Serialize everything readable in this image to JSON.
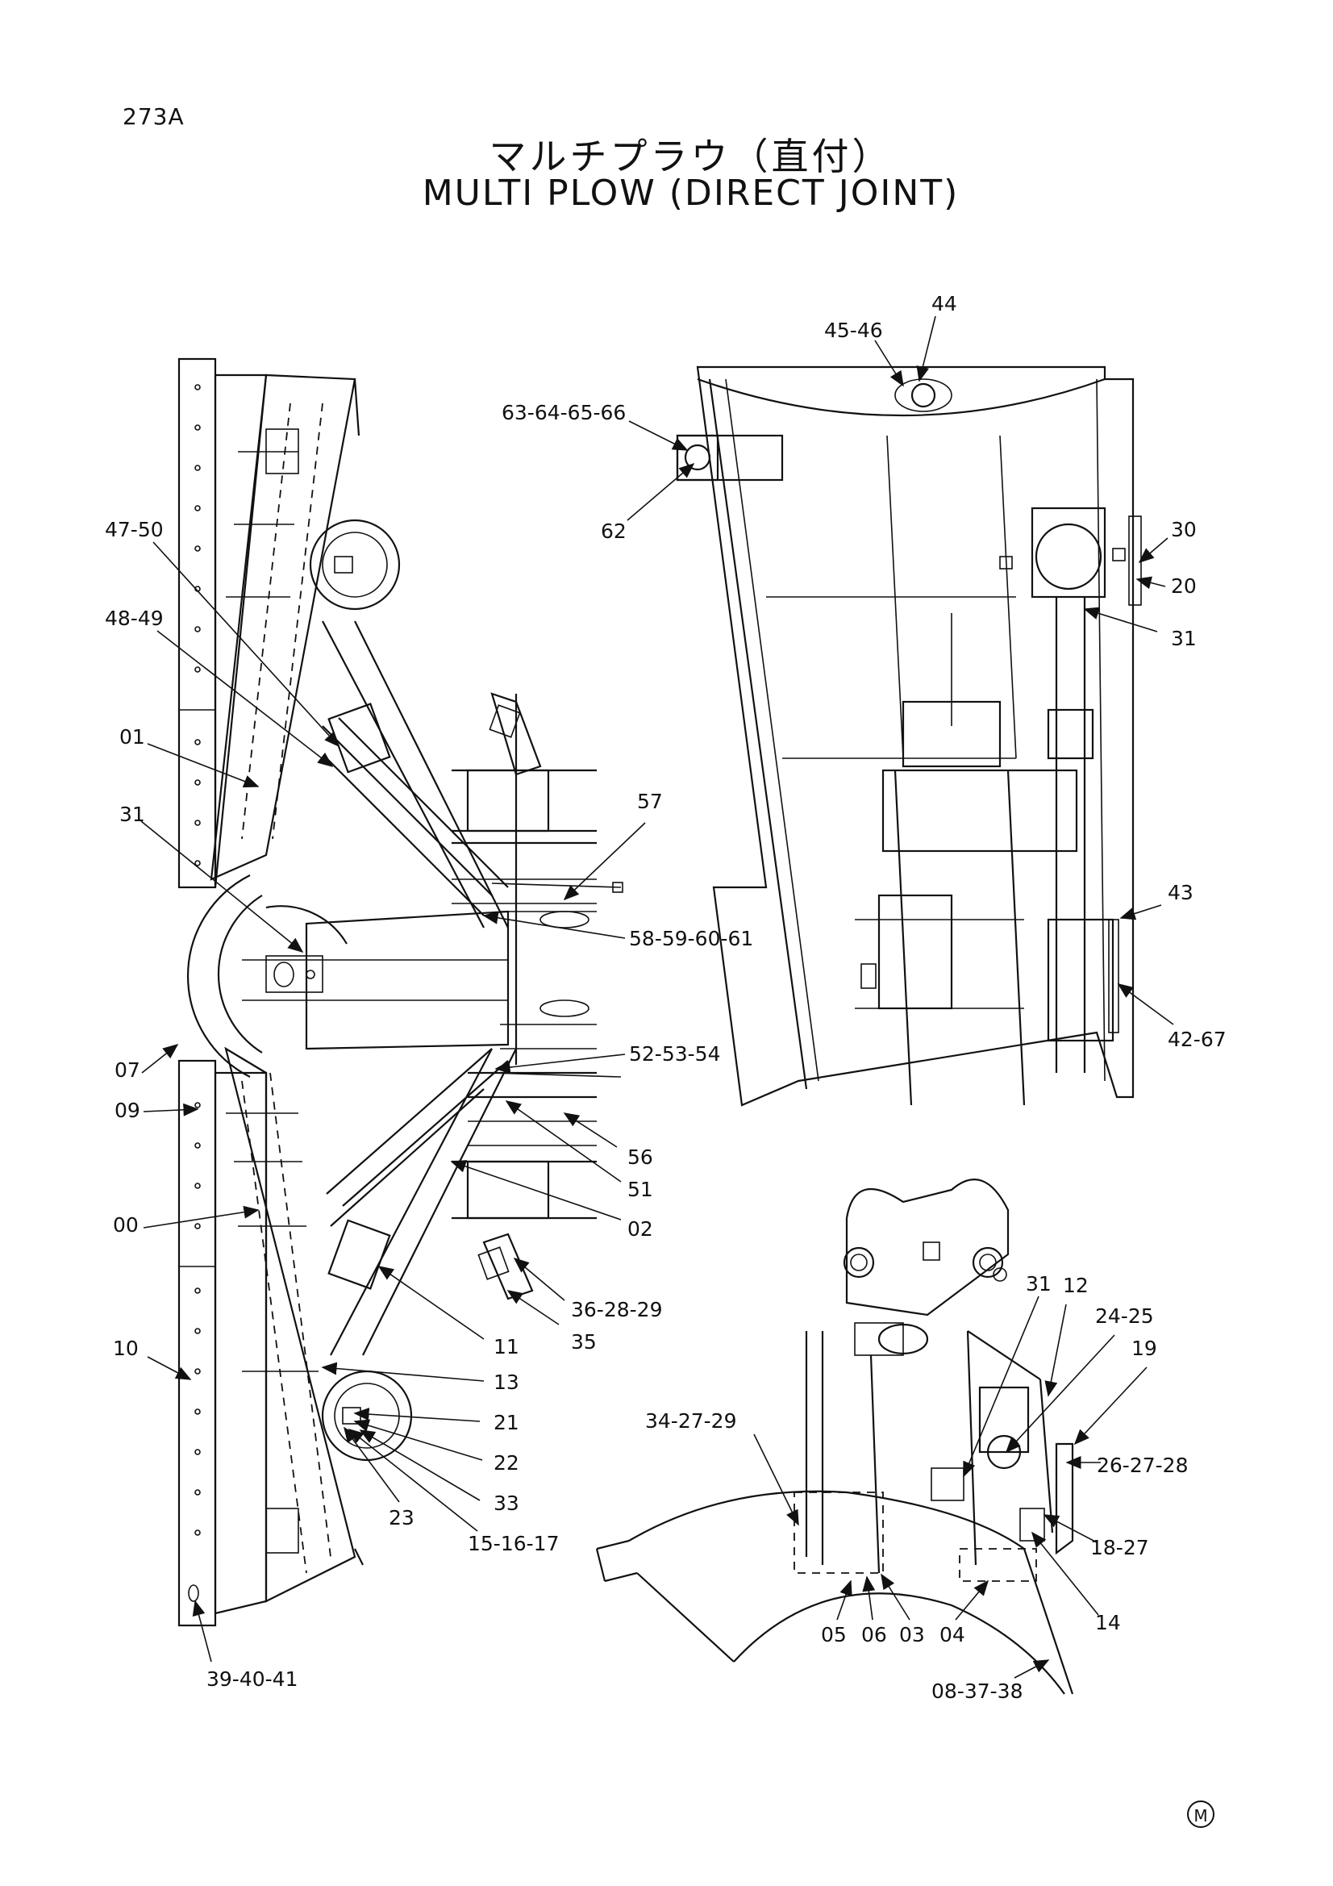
{
  "header": {
    "page_number": "273A",
    "title_jp": "マルチプラウ（直付）",
    "title_en": "MULTI PLOW (DIRECT JOINT)"
  },
  "left_view_labels": [
    "47-50",
    "48-49",
    "01",
    "31",
    "07",
    "09",
    "00",
    "10",
    "39-40-41",
    "57",
    "58-59-60-61",
    "52-53-54",
    "56",
    "51",
    "02",
    "36-28-29",
    "35",
    "11",
    "13",
    "21",
    "22",
    "33",
    "23",
    "15-16-17"
  ],
  "top_right_view_labels": [
    "44",
    "45-46",
    "63-64-65-66",
    "62",
    "30",
    "20",
    "31",
    "43",
    "42-67"
  ],
  "bottom_right_view_labels": [
    "31",
    "12",
    "24-25",
    "19",
    "34-27-29",
    "26-27-28",
    "18-27",
    "14",
    "05",
    "06",
    "03",
    "04",
    "08-37-38"
  ],
  "footer": {
    "mark": "M"
  }
}
